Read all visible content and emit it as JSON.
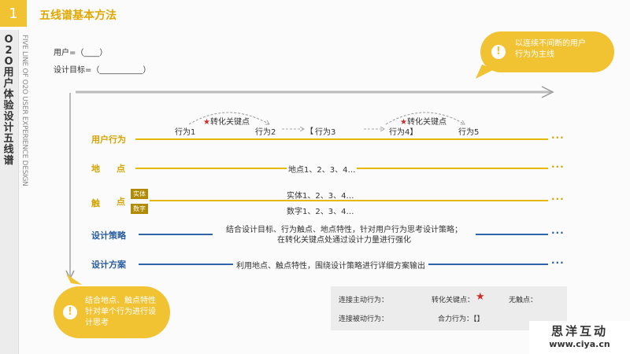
{
  "header": {
    "number": "1",
    "title": "五线谱基本方法"
  },
  "side": {
    "title": "O2O用户体验设计五线谱",
    "subtitle": "FIVE LINE OF O2O USER EXPERIENCE DESIGN"
  },
  "fields": {
    "user": "用户=（____）",
    "goal": "设计目标=（___________）"
  },
  "callouts": {
    "top": "以连续不间断的用户行为为主线",
    "bottom": "结合地点、触点特性针对单个行为进行设计思考"
  },
  "behaviors": {
    "b1": "行为1",
    "b2": "行为2",
    "bracket_open": "【",
    "b3": "行为3",
    "b4": "行为4】",
    "b5": "行为5",
    "key1": "转化关键点",
    "key2": "转化关键点",
    "star": "★"
  },
  "rows": {
    "user_behavior": "用户行为",
    "location_a": "地",
    "location_b": "点",
    "location_text": "地点1、2、3、4…",
    "touch_a": "触",
    "touch_b": "点",
    "chip_entity": "实体",
    "chip_digital": "数字",
    "entity_text": "实体1、2、3、4…",
    "digital_text": "数字1、2、3、4…",
    "strategy": "设计策略",
    "strategy_text1": "结合设计目标、行为触点、地点特性，针对用户行为思考设计策略；",
    "strategy_text2": "在转化关键点处通过设计力量进行强化",
    "plan": "设计方案",
    "plan_text": "利用地点、触点特性，围绕设计策略进行详细方案输出",
    "ellipsis": "···"
  },
  "legend": {
    "active": "连接主动行为：",
    "key": "转化关键点：",
    "none": "无触点：",
    "passive": "连接被动行为：",
    "combined": "合力行为：【】",
    "star": "★"
  },
  "watermark": {
    "cn": "思洋互动",
    "url": "www.ciya.cn"
  },
  "colors": {
    "accent": "#f1c232",
    "blue": "#2f64a8",
    "star": "#d12a2a"
  }
}
